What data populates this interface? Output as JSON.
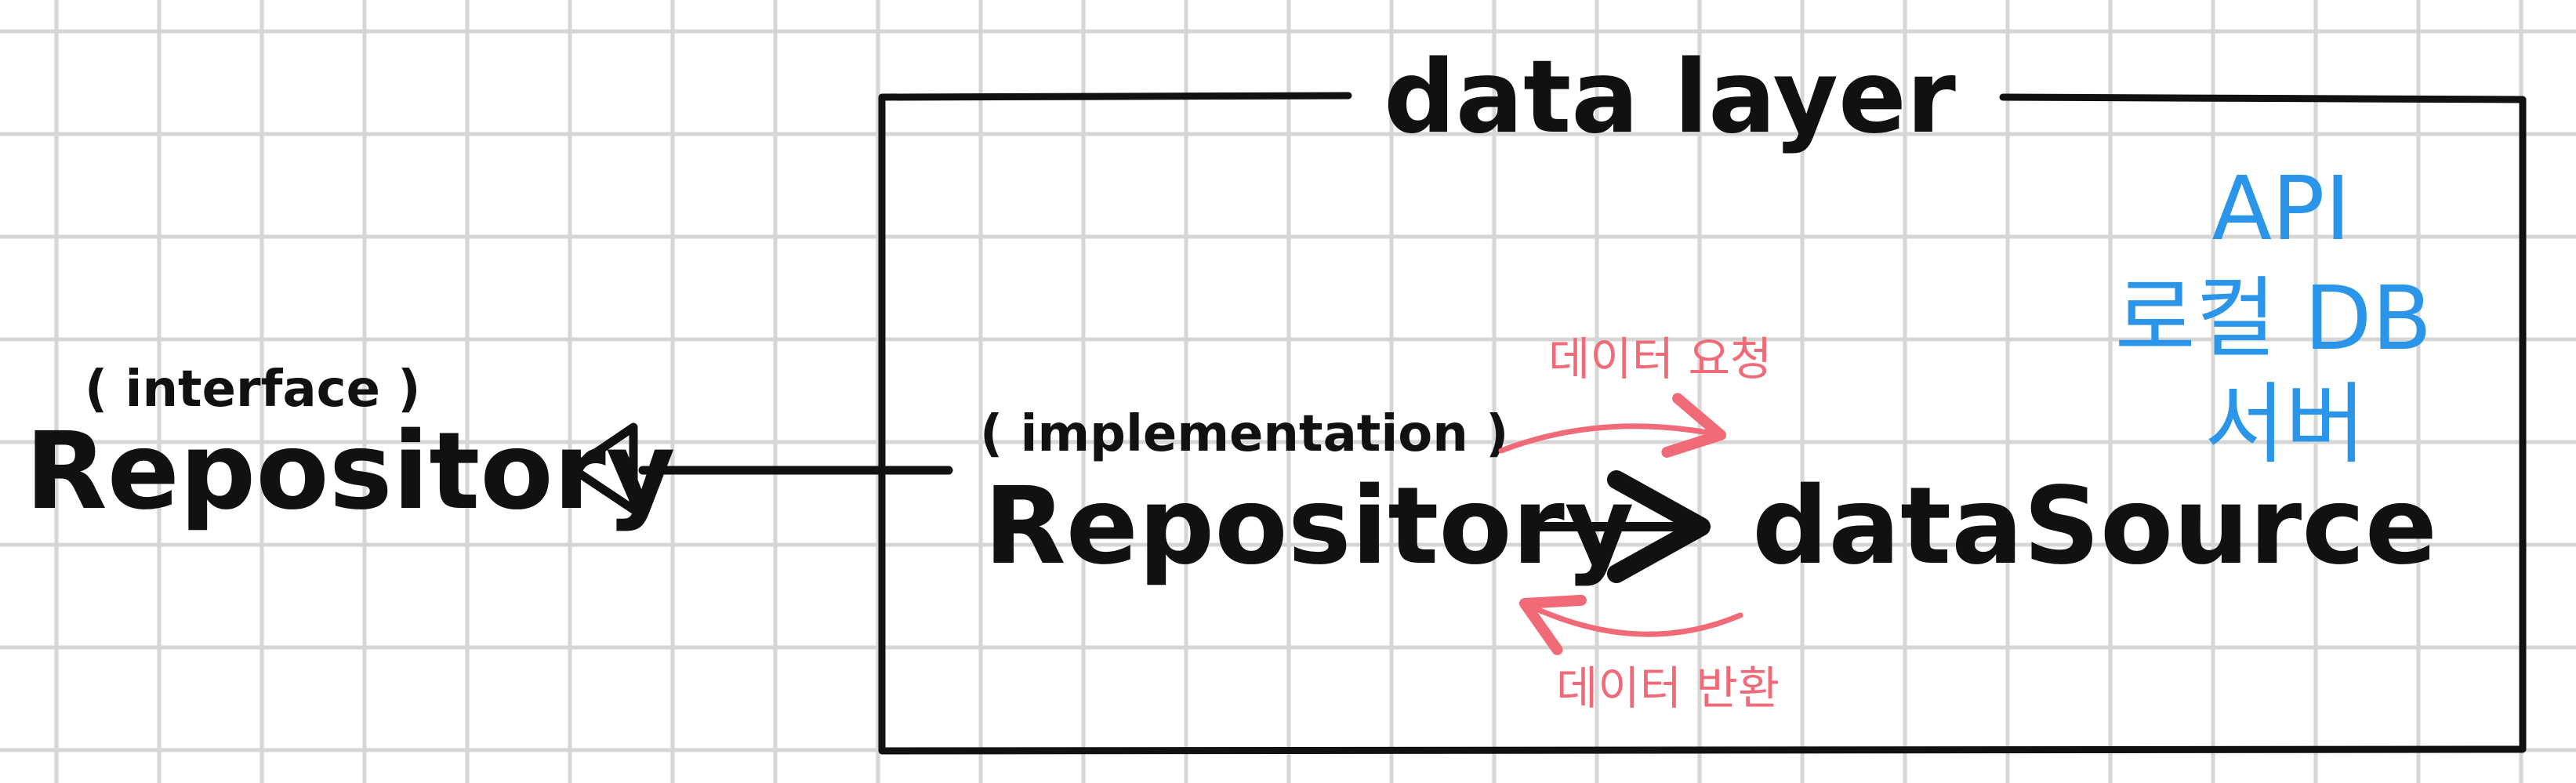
{
  "diagram": {
    "layer_title": "data layer",
    "interface_annotation": "( interface )",
    "interface_name": "Repository",
    "implementation_annotation": "( implementation )",
    "implementation_name": "Repository",
    "data_source_name": "dataSource",
    "request_label": "데이터 요청",
    "response_label": "데이터 반환",
    "source_types": {
      "api": "API",
      "local_db": "로컬 DB",
      "server": "서버"
    },
    "colors": {
      "ink": "#111111",
      "request_arrow": "#f06a77",
      "source_types_text": "#2b95e9",
      "grid": "#d6d6d6",
      "background": "#ffffff"
    }
  }
}
